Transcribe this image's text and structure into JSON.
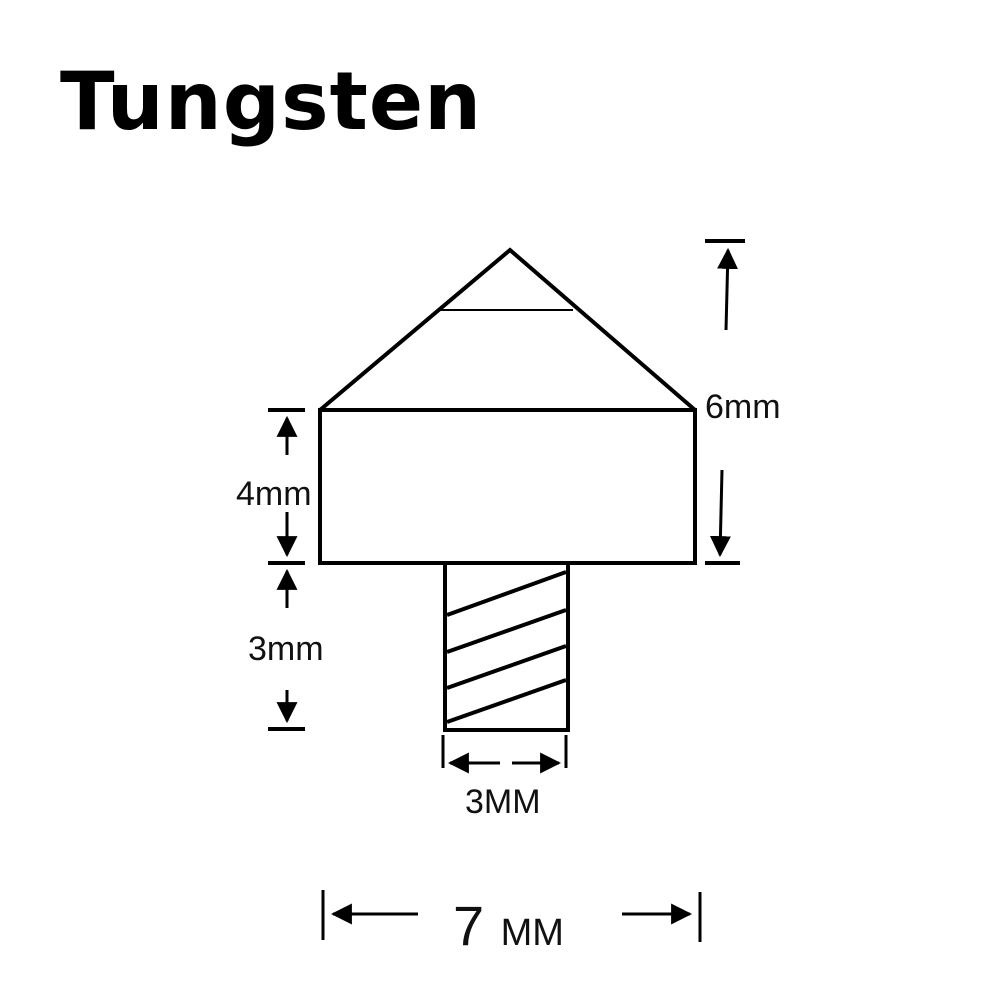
{
  "title": "Tungsten",
  "dimensions": {
    "total_height": "6mm",
    "head_height": "4mm",
    "thread_length": "3mm",
    "thread_diameter": "3MM",
    "head_width_value": "7",
    "head_width_unit": "MM"
  },
  "colors": {
    "line": "#000000",
    "background": "#ffffff"
  }
}
